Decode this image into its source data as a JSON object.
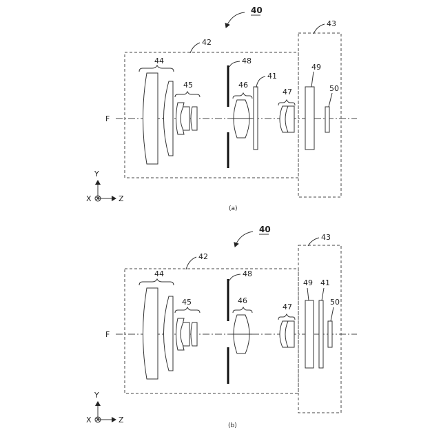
{
  "panel_a": {
    "title_ref": "40",
    "box_42": "42",
    "box_43": "43",
    "group_44": "44",
    "group_45": "45",
    "group_46": "46",
    "group_47": "47",
    "stop_48": "48",
    "element_41": "41",
    "element_49": "49",
    "element_50": "50",
    "axis_label": "F",
    "y_label": "Y",
    "x_label": "X",
    "z_label": "Z",
    "caption": "(a)"
  },
  "panel_b": {
    "title_ref": "40",
    "box_42": "42",
    "box_43": "43",
    "group_44": "44",
    "group_45": "45",
    "group_46": "46",
    "group_47": "47",
    "stop_48": "48",
    "element_41": "41",
    "element_49": "49",
    "element_50": "50",
    "axis_label": "F",
    "y_label": "Y",
    "x_label": "X",
    "z_label": "Z",
    "caption": "(b)"
  }
}
